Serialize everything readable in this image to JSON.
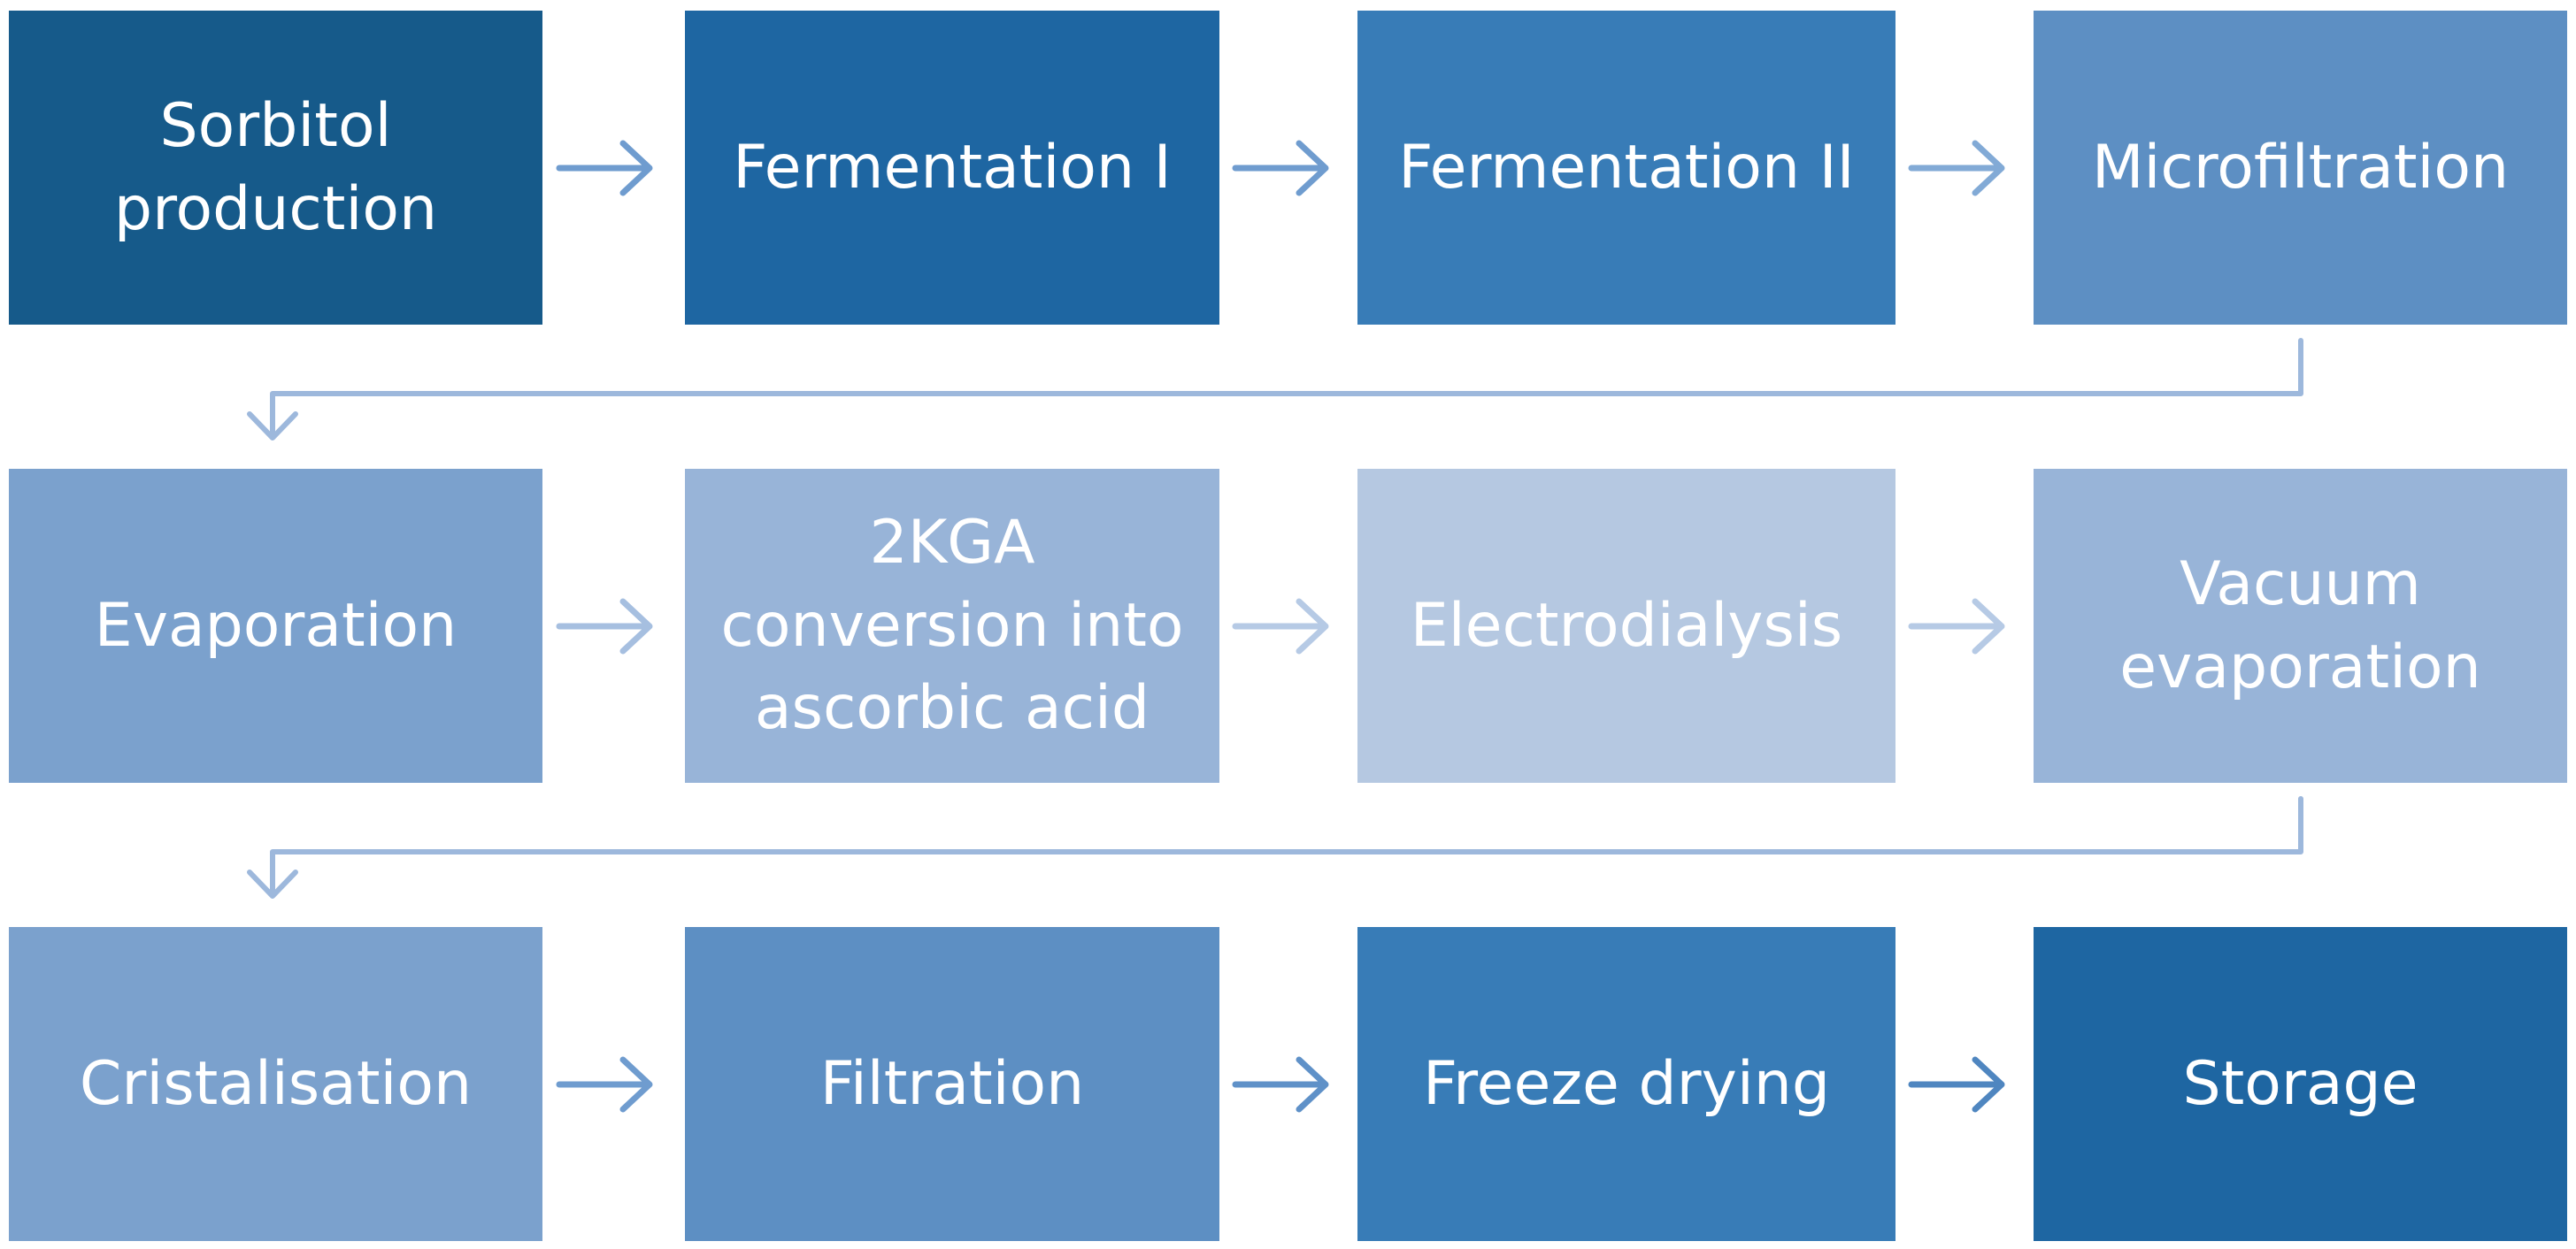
{
  "rows": [
    [
      {
        "label": "Sorbitol\nproduction",
        "color": "#165a8a"
      },
      {
        "label": "Fermentation I",
        "color": "#1e66a2"
      },
      {
        "label": "Fermentation II",
        "color": "#387cb7"
      },
      {
        "label": "Microfiltration",
        "color": "#5d8fc3"
      }
    ],
    [
      {
        "label": "Evaporation",
        "color": "#7ba1cd"
      },
      {
        "label": "2KGA\nconversion into\nascorbic acid",
        "color": "#98b4d8"
      },
      {
        "label": "Electrodialysis",
        "color": "#b5c8e1"
      },
      {
        "label": "Vacuum\nevaporation",
        "color": "#98b4d8"
      }
    ],
    [
      {
        "label": "Cristalisation",
        "color": "#7ba1cd"
      },
      {
        "label": "Filtration",
        "color": "#5d8fc3"
      },
      {
        "label": "Freeze drying",
        "color": "#387cb7"
      },
      {
        "label": "Storage",
        "color": "#1e66a2"
      }
    ]
  ],
  "arrows": [
    [
      "#6f9ccf",
      "#6f9ccf",
      "#82aad6"
    ],
    [
      "#a6bfe0",
      "#b6cae5",
      "#b6cae5"
    ],
    [
      "#6f9ccf",
      "#5f91c8",
      "#4f86c0"
    ]
  ],
  "wrap_color": "#9db8dc"
}
